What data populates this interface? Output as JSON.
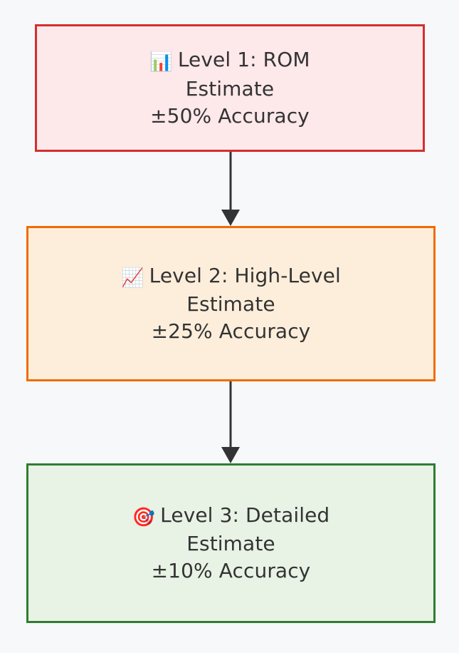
{
  "diagram": {
    "type": "flowchart",
    "direction": "top-to-bottom",
    "background_color": "#f7f8fa",
    "text_color": "#333333",
    "nodes": [
      {
        "id": "level-1",
        "icon": "bar-chart-emoji",
        "icon_glyph": "📊",
        "title": "Level 1: ROM Estimate",
        "subtitle": "±50% Accuracy",
        "accuracy": "±50%",
        "border_color": "#d32f2f",
        "fill_color": "#fde8ea"
      },
      {
        "id": "level-2",
        "icon": "chart-increasing-emoji",
        "icon_glyph": "📈",
        "title": "Level 2: High-Level Estimate",
        "subtitle": "±25% Accuracy",
        "accuracy": "±25%",
        "border_color": "#ef6c00",
        "fill_color": "#fdeedb"
      },
      {
        "id": "level-3",
        "icon": "direct-hit-emoji",
        "icon_glyph": "🎯",
        "title": "Level 3: Detailed Estimate",
        "subtitle": "±10% Accuracy",
        "accuracy": "±10%",
        "border_color": "#2e7d32",
        "fill_color": "#e8f2e5"
      }
    ],
    "edges": [
      {
        "id": "edge-1-2",
        "from": "level-1",
        "to": "level-2",
        "color": "#333333",
        "arrowhead": "solid-triangle"
      },
      {
        "id": "edge-2-3",
        "from": "level-2",
        "to": "level-3",
        "color": "#333333",
        "arrowhead": "solid-triangle"
      }
    ]
  }
}
